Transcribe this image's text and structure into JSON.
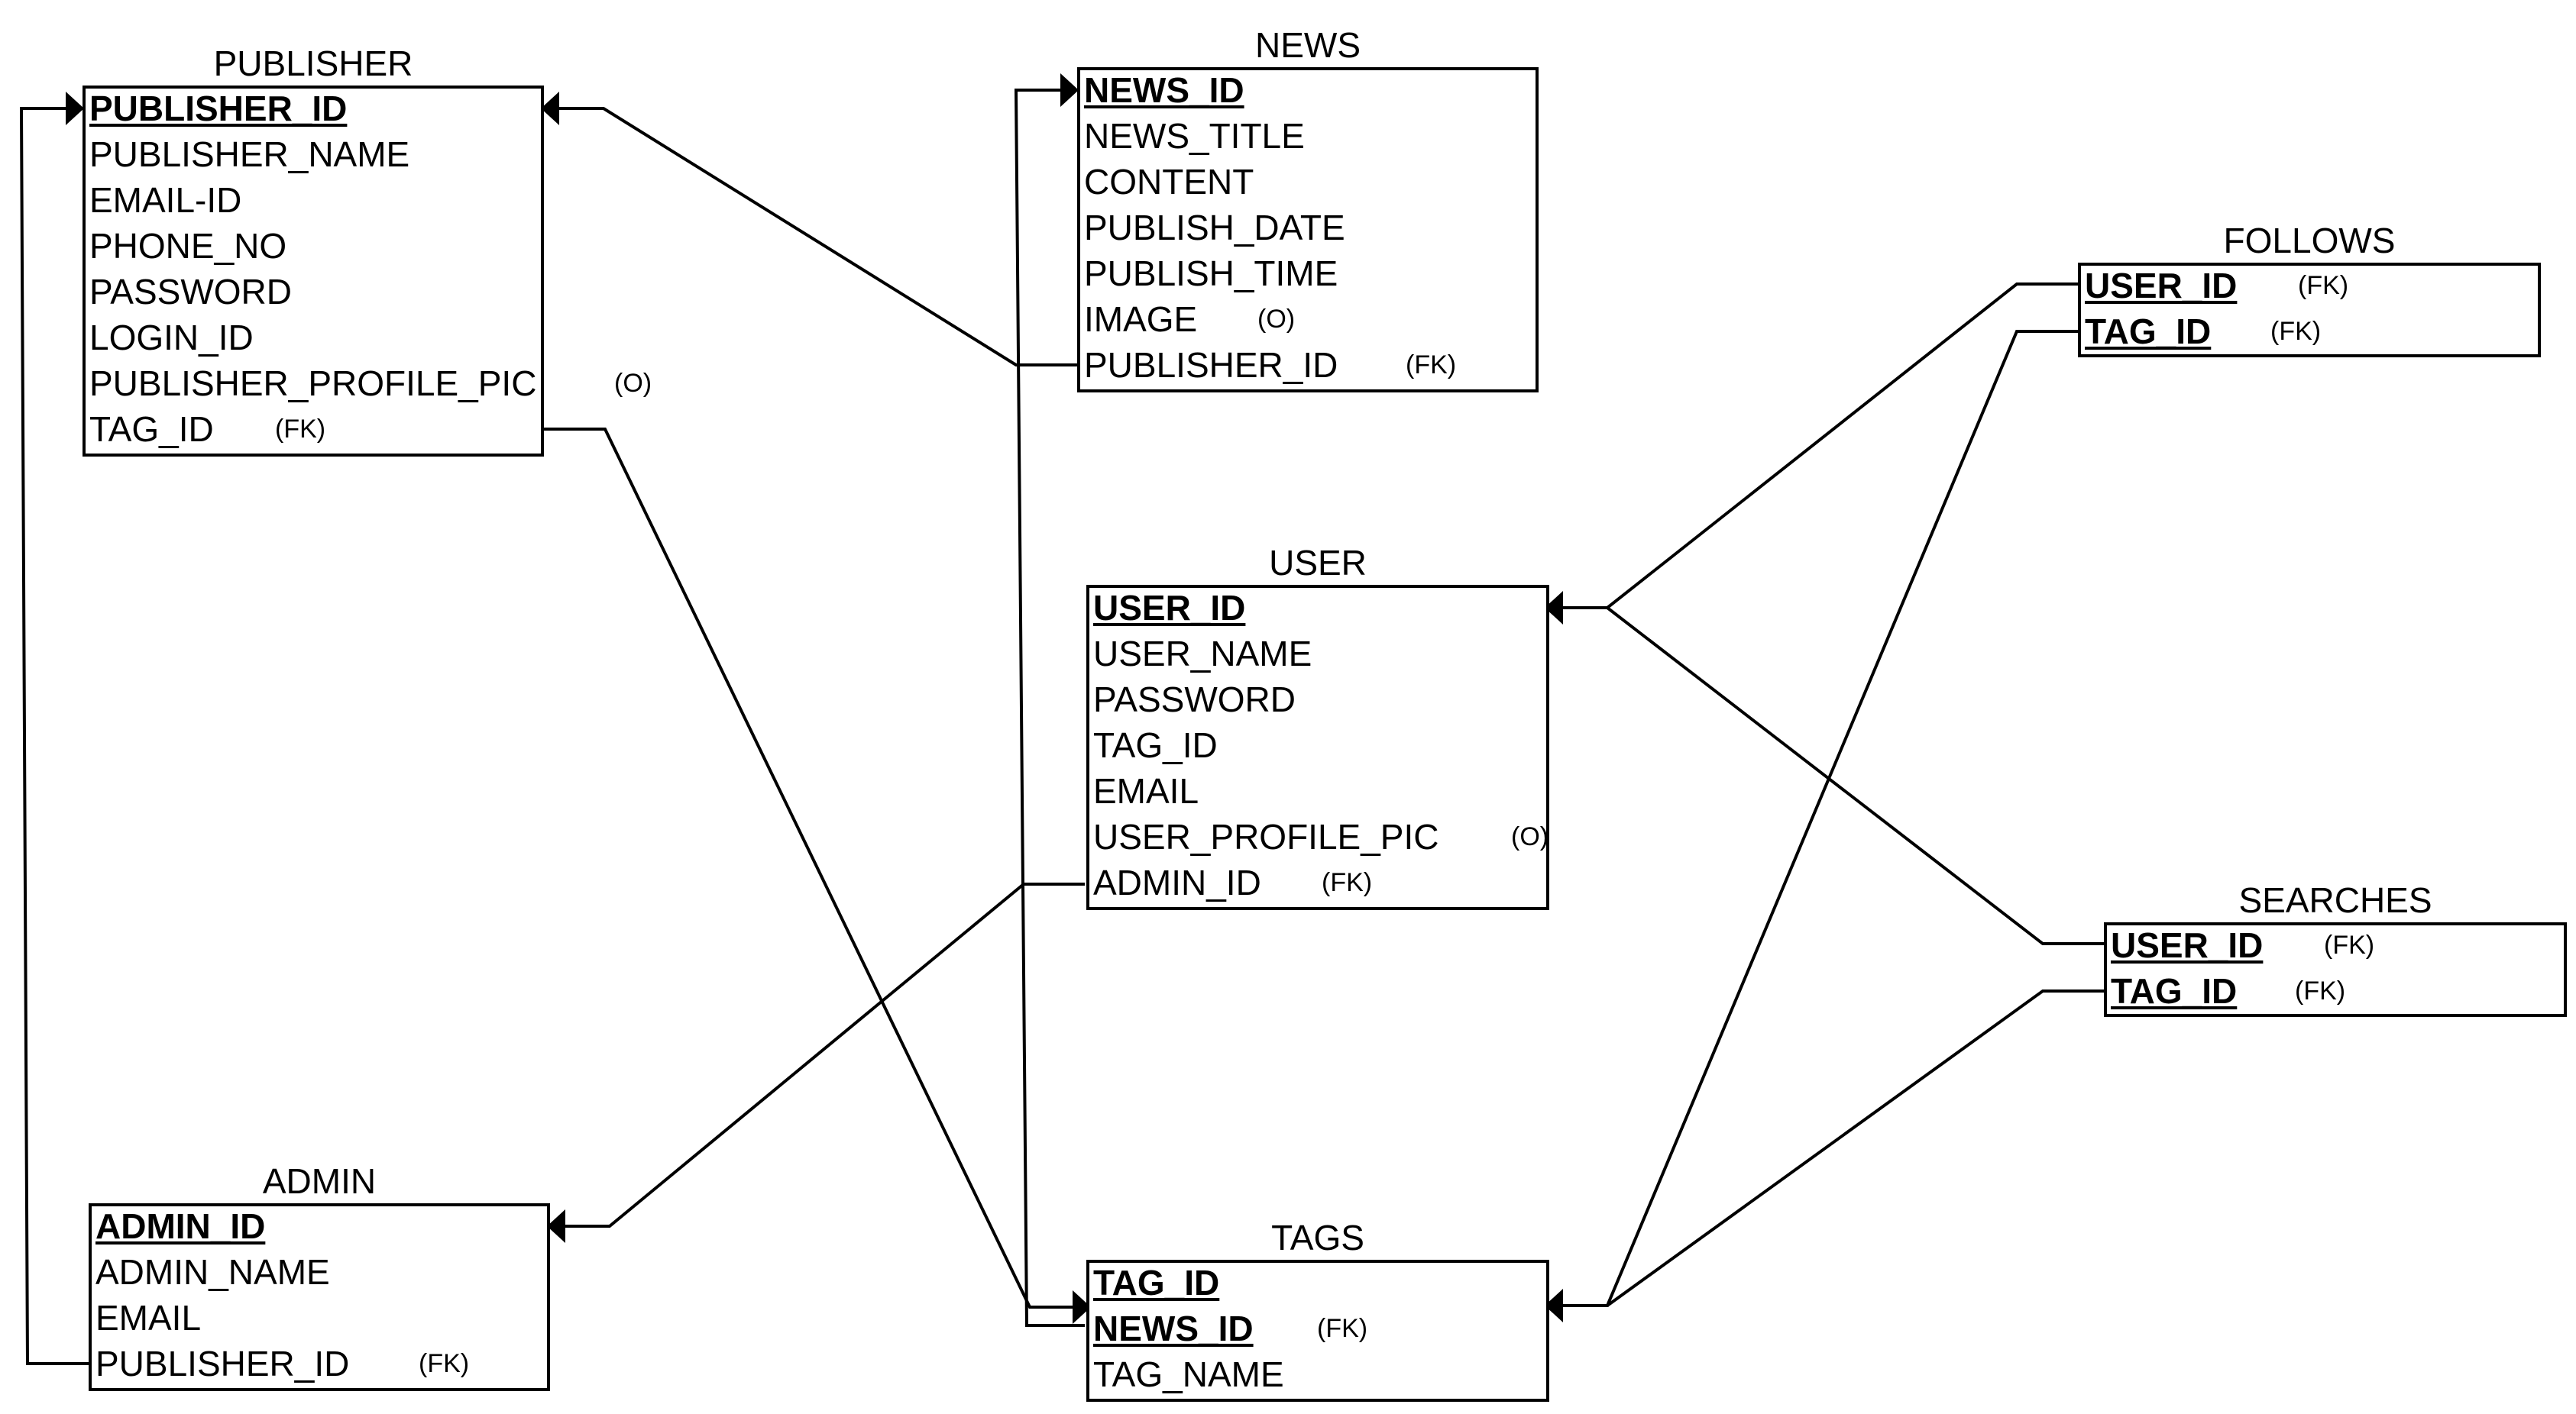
{
  "entities": {
    "publisher": {
      "title": "PUBLISHER",
      "attrs": [
        {
          "name": "PUBLISHER_ID",
          "pk": true,
          "tag": ""
        },
        {
          "name": "PUBLISHER_NAME",
          "pk": false,
          "tag": ""
        },
        {
          "name": "EMAIL-ID",
          "pk": false,
          "tag": ""
        },
        {
          "name": "PHONE_NO",
          "pk": false,
          "tag": ""
        },
        {
          "name": "PASSWORD",
          "pk": false,
          "tag": ""
        },
        {
          "name": "LOGIN_ID",
          "pk": false,
          "tag": ""
        },
        {
          "name": "PUBLISHER_PROFILE_PIC",
          "pk": false,
          "tag": "(O)"
        },
        {
          "name": "TAG_ID",
          "pk": false,
          "tag": "(FK)"
        }
      ]
    },
    "news": {
      "title": "NEWS",
      "attrs": [
        {
          "name": "NEWS_ID",
          "pk": true,
          "tag": ""
        },
        {
          "name": "NEWS_TITLE",
          "pk": false,
          "tag": ""
        },
        {
          "name": "CONTENT",
          "pk": false,
          "tag": ""
        },
        {
          "name": "PUBLISH_DATE",
          "pk": false,
          "tag": ""
        },
        {
          "name": "PUBLISH_TIME",
          "pk": false,
          "tag": ""
        },
        {
          "name": "IMAGE",
          "pk": false,
          "tag": "(O)"
        },
        {
          "name": "PUBLISHER_ID",
          "pk": false,
          "tag": "(FK)"
        }
      ]
    },
    "follows": {
      "title": "FOLLOWS",
      "attrs": [
        {
          "name": "USER_ID",
          "pk": true,
          "tag": "(FK)"
        },
        {
          "name": "TAG_ID",
          "pk": true,
          "tag": "(FK)"
        }
      ]
    },
    "user": {
      "title": "USER",
      "attrs": [
        {
          "name": "USER_ID",
          "pk": true,
          "tag": ""
        },
        {
          "name": "USER_NAME",
          "pk": false,
          "tag": ""
        },
        {
          "name": "PASSWORD",
          "pk": false,
          "tag": ""
        },
        {
          "name": "TAG_ID",
          "pk": false,
          "tag": ""
        },
        {
          "name": "EMAIL",
          "pk": false,
          "tag": ""
        },
        {
          "name": "USER_PROFILE_PIC",
          "pk": false,
          "tag": "(O)"
        },
        {
          "name": "ADMIN_ID",
          "pk": false,
          "tag": "(FK)"
        }
      ]
    },
    "searches": {
      "title": "SEARCHES",
      "attrs": [
        {
          "name": "USER_ID",
          "pk": true,
          "tag": "(FK)"
        },
        {
          "name": "TAG_ID",
          "pk": true,
          "tag": "(FK)"
        }
      ]
    },
    "admin": {
      "title": "ADMIN",
      "attrs": [
        {
          "name": "ADMIN_ID",
          "pk": true,
          "tag": ""
        },
        {
          "name": "ADMIN_NAME",
          "pk": false,
          "tag": ""
        },
        {
          "name": "EMAIL",
          "pk": false,
          "tag": ""
        },
        {
          "name": "PUBLISHER_ID",
          "pk": false,
          "tag": "(FK)"
        }
      ]
    },
    "tags": {
      "title": "TAGS",
      "attrs": [
        {
          "name": "TAG_ID",
          "pk": true,
          "tag": ""
        },
        {
          "name": "NEWS_ID",
          "pk": true,
          "tag": "(FK)"
        },
        {
          "name": "TAG_NAME",
          "pk": false,
          "tag": ""
        }
      ]
    }
  }
}
